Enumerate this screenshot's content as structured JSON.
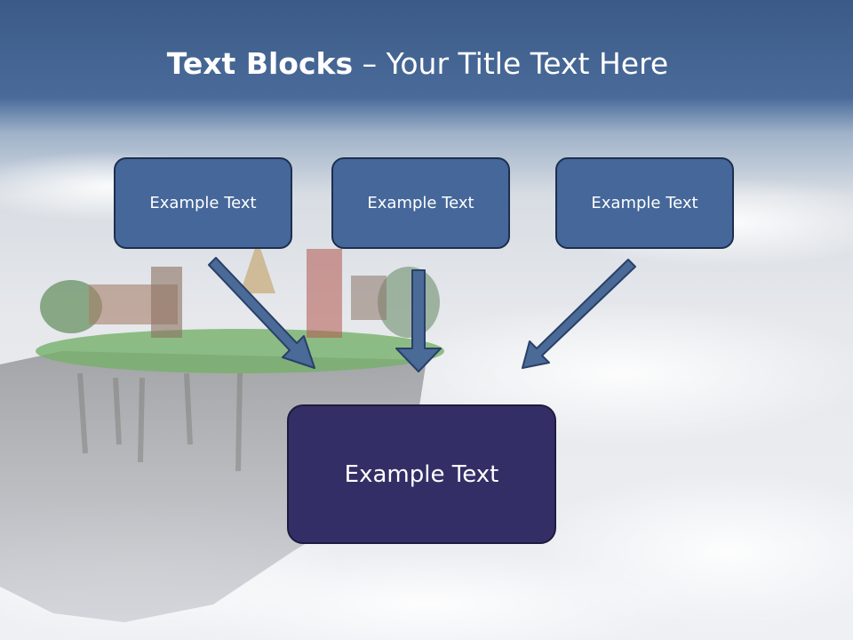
{
  "title": {
    "bold": "Text Blocks",
    "rest": " – Your Title Text Here"
  },
  "blocks": [
    {
      "label": "Example Text"
    },
    {
      "label": "Example Text"
    },
    {
      "label": "Example Text"
    }
  ],
  "main_block": {
    "label": "Example Text"
  },
  "colors": {
    "header": "#3b5a87",
    "block_fill": "#45679a",
    "main_fill": "#332f66",
    "arrow_fill": "#4a6a98",
    "arrow_stroke": "#2a4068"
  }
}
